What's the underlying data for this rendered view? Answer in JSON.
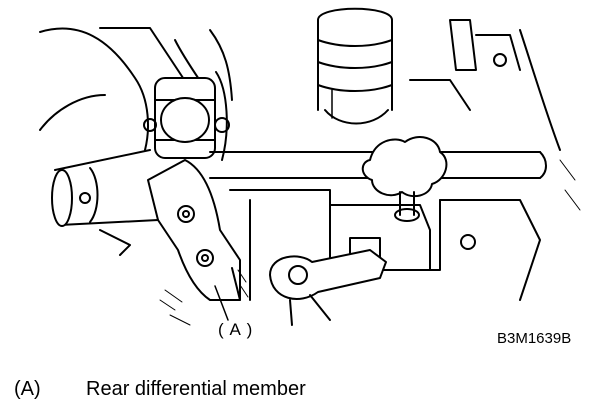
{
  "diagram": {
    "callout": "( A )",
    "figure_code": "B3M1639B"
  },
  "legend": {
    "items": [
      {
        "key": "(A)",
        "text": "Rear differential member"
      }
    ]
  }
}
